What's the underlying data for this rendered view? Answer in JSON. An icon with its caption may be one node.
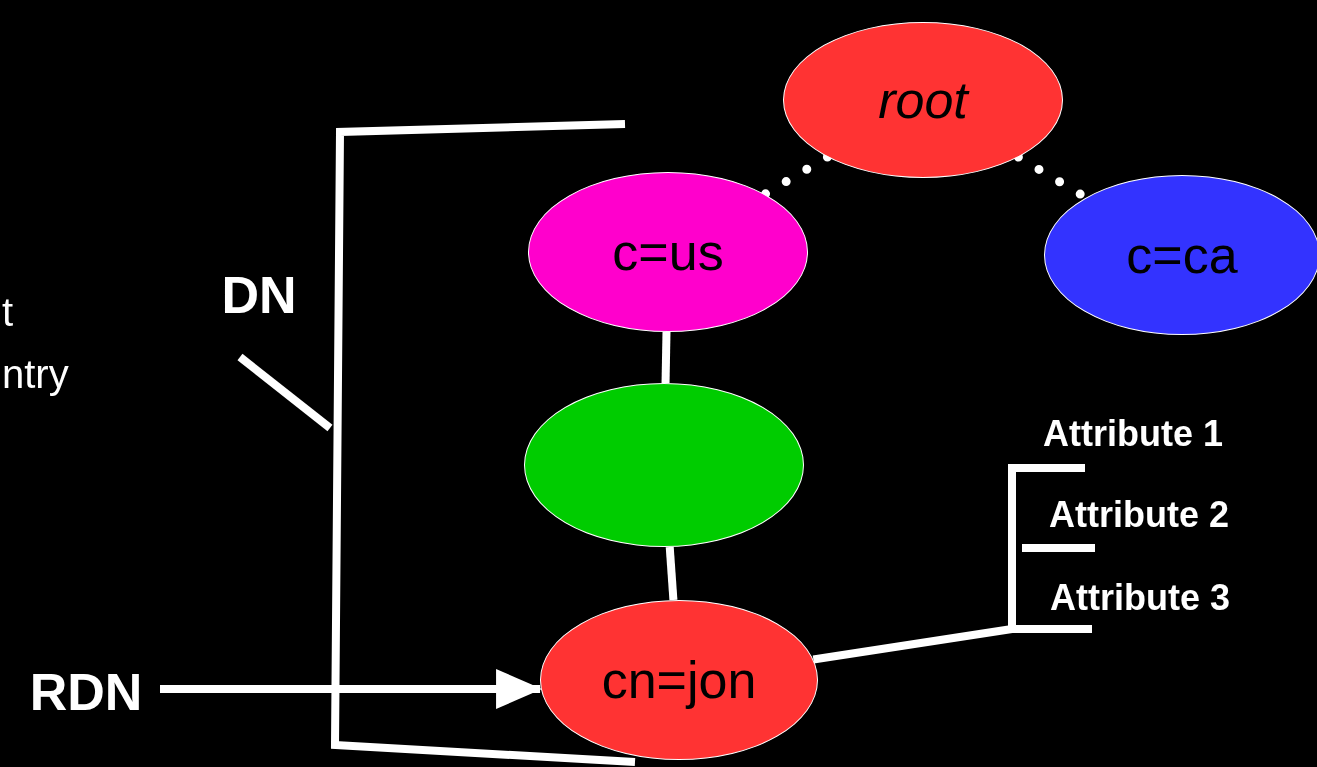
{
  "diagram": {
    "nodes": [
      {
        "text": [
          "root"
        ]
      },
      {
        "text": [
          "c=us"
        ]
      },
      {
        "text": [
          "c=ca"
        ]
      },
      {
        "text": [],
        "shape": "ellipse"
      },
      {
        "text": [
          "cn=jon"
        ]
      },
      {
        "text": [
          "RDN"
        ]
      },
      {
        "text": [
          "DN"
        ]
      }
    ],
    "edges": [
      {
        "from": 0,
        "to": 1,
        "arrow": "none",
        "style": "dashed"
      },
      {
        "from": 0,
        "to": 2,
        "arrow": "none",
        "style": "dashed"
      },
      {
        "from": 1,
        "to": 3,
        "arrow": "none"
      },
      {
        "from": 3,
        "to": 4,
        "arrow": "none"
      },
      {
        "from": 5,
        "to": 4,
        "arrow": "to"
      },
      {
        "from": 6,
        "to": null,
        "arrow": "none"
      },
      {
        "from": 4,
        "to": null,
        "arrow": "none"
      }
    ],
    "labels": [
      "t",
      "ntry",
      "Attribute 1",
      "Attribute 2",
      "Attribute 3"
    ]
  }
}
